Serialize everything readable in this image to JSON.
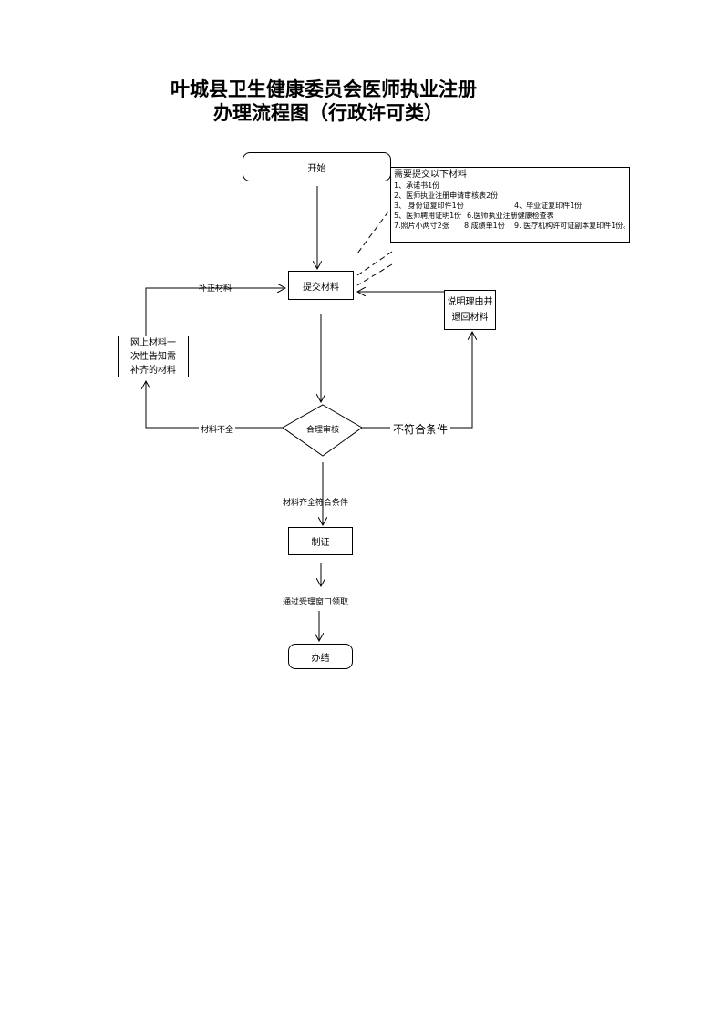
{
  "title": {
    "line1": "叶城县卫生健康委员会医师执业注册",
    "line2": "办理流程图（行政许可类）"
  },
  "nodes": {
    "start": "开始",
    "submit": "提交材料",
    "online_notice_1": "网上材料一",
    "online_notice_2": "次性告知需",
    "online_notice_3": "补齐的材料",
    "explain_1": "说明理由并",
    "explain_2": "退回材料",
    "review": "合理审核",
    "make_cert": "制证",
    "finish": "办结"
  },
  "edges": {
    "supplement": "补正材料",
    "incomplete": "材料不全",
    "not_qualified": "不符合条件",
    "complete": "材料齐全符合条件",
    "pickup": "通过受理窗口领取"
  },
  "materials": {
    "heading": "需要提交以下材料",
    "item1": "1、承诺书1份",
    "item2": "2、医师执业注册申请审核表2份",
    "item3": "3、 身份证复印件1份",
    "item4": "4、毕业证复印件1份",
    "item5": "5、医师聘用证明1份",
    "item6": "6.医师执业注册健康检查表",
    "item7": "7.照片小两寸2张",
    "item8": "8.成绩单1份",
    "item9": "9. 医疗机构许可证副本复印件1份。"
  }
}
